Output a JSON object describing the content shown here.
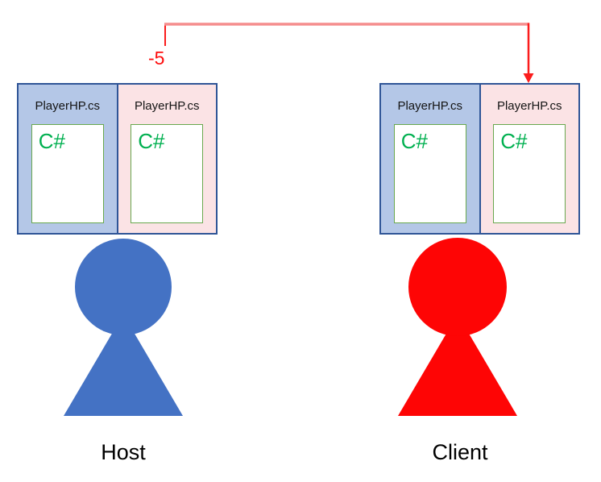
{
  "arrow": {
    "label": "-5",
    "color": "#fe0d0d",
    "horizontal_color": "#f58d8d"
  },
  "colors": {
    "host_figure": "#4472c4",
    "client_figure": "#fe0505",
    "card_blue_fill": "#b4c7e7",
    "card_pink_fill": "#fbe3e5",
    "card_border": "#2f5597",
    "code_box_border": "#69a84e",
    "csharp_green": "#00b050"
  },
  "machines": [
    {
      "name": "Host",
      "cards": [
        {
          "file": "PlayerHP.cs",
          "lang": "C#"
        },
        {
          "file": "PlayerHP.cs",
          "lang": "C#"
        }
      ]
    },
    {
      "name": "Client",
      "cards": [
        {
          "file": "PlayerHP.cs",
          "lang": "C#"
        },
        {
          "file": "PlayerHP.cs",
          "lang": "C#"
        }
      ]
    }
  ]
}
